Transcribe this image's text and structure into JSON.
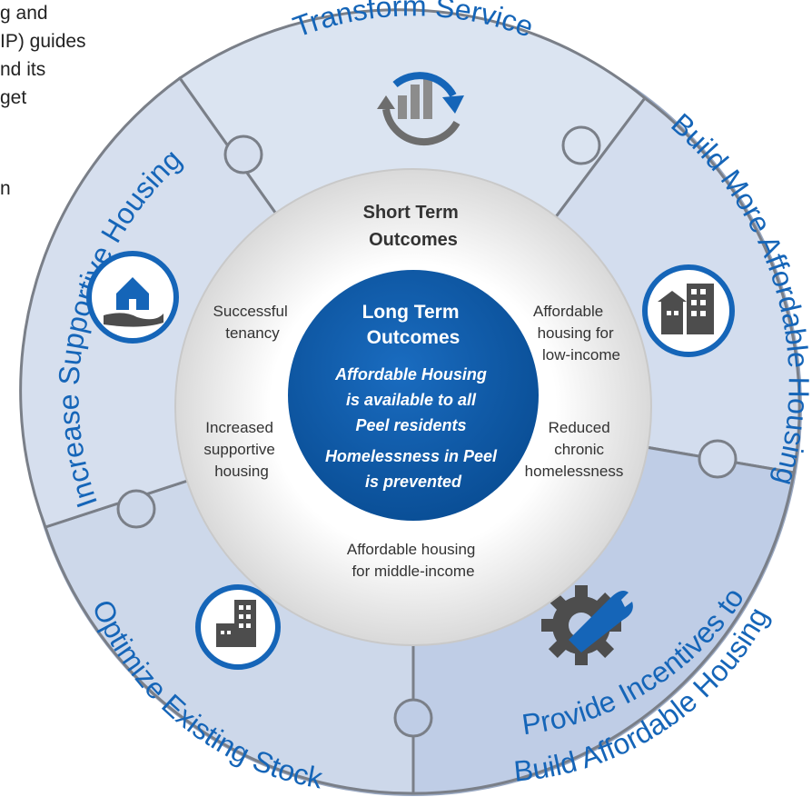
{
  "intro_lines": [
    "g and",
    "IP) guides",
    "nd its",
    "get",
    "n"
  ],
  "ring_segments": [
    {
      "title": "Transform Service",
      "icon": "chart-refresh-icon"
    },
    {
      "title": "Build More Affordable Housing",
      "icon": "buildings-icon"
    },
    {
      "title": "Provide Incentives to",
      "title2": "Build Affordable Housing",
      "icon": "wrench-gear-icon"
    },
    {
      "title": "Optimize Existing Stock",
      "icon": "office-building-icon"
    },
    {
      "title": "Increase Supportive Housing",
      "icon": "house-in-hand-icon"
    }
  ],
  "short_term": {
    "title_line1": "Short Term",
    "title_line2": "Outcomes",
    "items": [
      {
        "lines": [
          "Successful",
          "tenancy"
        ]
      },
      {
        "lines": [
          "Affordable",
          "housing for",
          "low-income"
        ]
      },
      {
        "lines": [
          "Increased",
          "supportive",
          "housing"
        ]
      },
      {
        "lines": [
          "Reduced",
          "chronic",
          "homelessness"
        ]
      },
      {
        "lines": [
          "Affordable housing",
          "for middle-income"
        ]
      }
    ]
  },
  "long_term": {
    "title_line1": "Long Term",
    "title_line2": "Outcomes",
    "statements": [
      "Affordable Housing",
      "is available to all",
      "Peel residents",
      "Homelessness in Peel",
      "is prevented"
    ]
  },
  "colors": {
    "brand_blue": "#1565b8",
    "core_blue": "#0d5aa7",
    "segment_light": "#dbe4f1",
    "segment_dark": "#bfcde4",
    "mid_ring": "#e8e8e8",
    "icon_gray": "#4d4d4d"
  }
}
